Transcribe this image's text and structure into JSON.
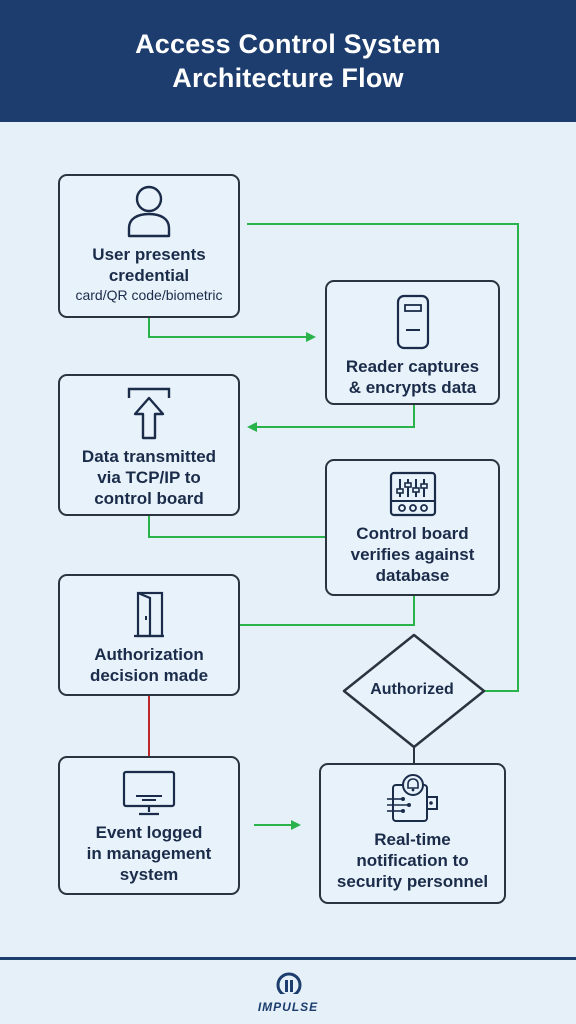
{
  "title": {
    "line1": "Access Control System",
    "line2": "Architecture Flow"
  },
  "steps": {
    "user": {
      "label_lines": [
        "User presents",
        "credential"
      ],
      "sub": "card/QR code/biometric",
      "icon": "user-icon"
    },
    "reader": {
      "label_lines": [
        "Reader captures",
        "& encrypts data"
      ],
      "icon": "card-reader-icon"
    },
    "transmit": {
      "label_lines": [
        "Data transmitted",
        "via TCP/IP to",
        "control board"
      ],
      "icon": "upload-arrow-icon"
    },
    "verify": {
      "label_lines": [
        "Control board",
        "verifies against",
        "database"
      ],
      "icon": "control-panel-icon"
    },
    "decision": {
      "label_lines": [
        "Authorization",
        "decision made"
      ],
      "icon": "door-icon"
    },
    "authorized": {
      "label": "Authorized"
    },
    "logged": {
      "label_lines": [
        "Event logged",
        "in management",
        "system"
      ],
      "icon": "monitor-icon"
    },
    "notify": {
      "label_lines": [
        "Real-time",
        "notification to",
        "security personnel"
      ],
      "icon": "notification-icon"
    }
  },
  "colors": {
    "header_bg": "#1c3d6e",
    "page_bg": "#e5f0f8",
    "box_border": "#2b3340",
    "text": "#1b2c4a",
    "flow_green": "#2ab24b",
    "deny_red": "#c0272d"
  },
  "logo": {
    "name": "impulse-logo",
    "text": "IMPULSE"
  }
}
